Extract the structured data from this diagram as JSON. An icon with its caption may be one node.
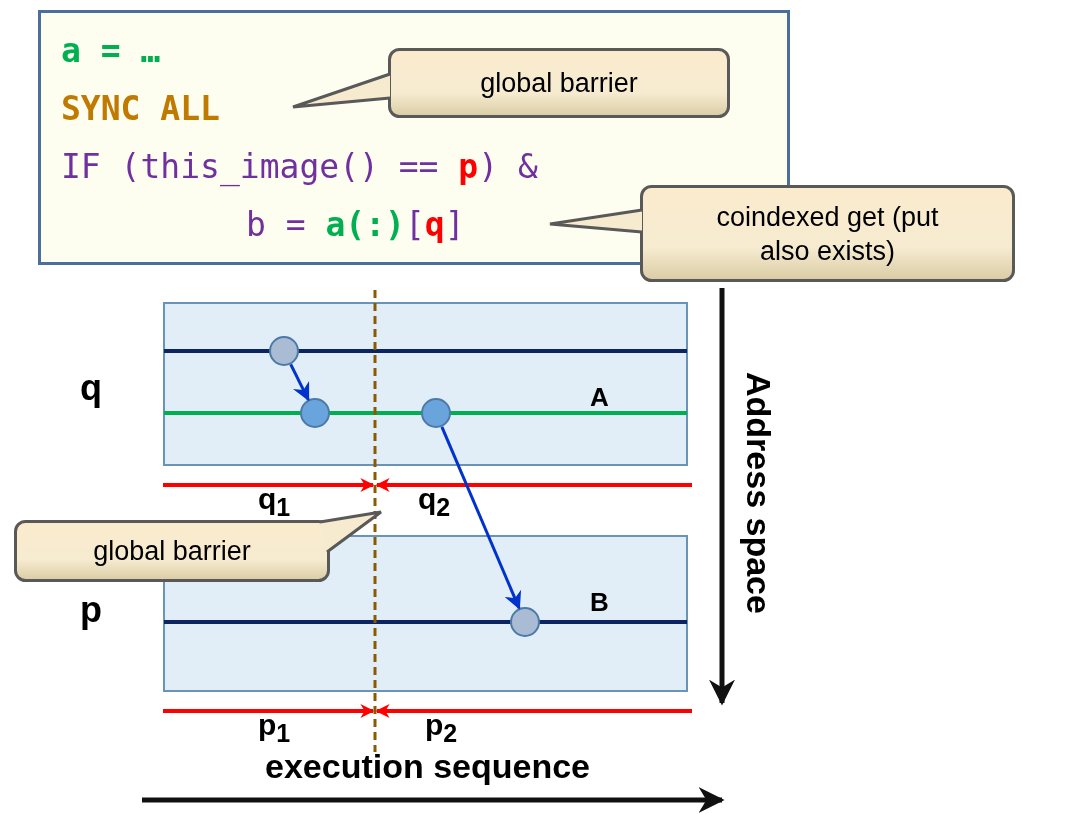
{
  "diagram": {
    "nodes": [
      {
        "text": [
          "a = …",
          "SYNC ALL",
          "IF (this_image() ==",
          "p",
          ") &",
          "b =",
          "a(:)",
          "[",
          "q",
          "]"
        ]
      },
      {
        "text": [
          "global barrier"
        ],
        "in": 0
      },
      {
        "text": [
          "coindexed get (put also exists)"
        ]
      },
      {
        "text": [],
        "shape": "box"
      },
      {
        "text": [],
        "shape": "circle",
        "in": 3
      },
      {
        "text": [],
        "shape": "circle",
        "in": 3
      },
      {
        "text": [],
        "shape": "circle",
        "in": 3
      },
      {
        "text": [],
        "shape": "box"
      },
      {
        "text": [],
        "shape": "circle",
        "in": 7
      },
      {
        "text": [
          "global barrier"
        ]
      }
    ],
    "edges": [
      {
        "from": 4,
        "to": 5,
        "arrow": "to"
      },
      {
        "from": 6,
        "to": 8,
        "arrow": "to"
      }
    ],
    "labels": [
      "q",
      "A",
      "q$_{1}$",
      "q$_{2}$",
      "p",
      "B",
      "p$_{1}$",
      "p$_{2}$",
      "execution sequence",
      "Address space"
    ]
  }
}
